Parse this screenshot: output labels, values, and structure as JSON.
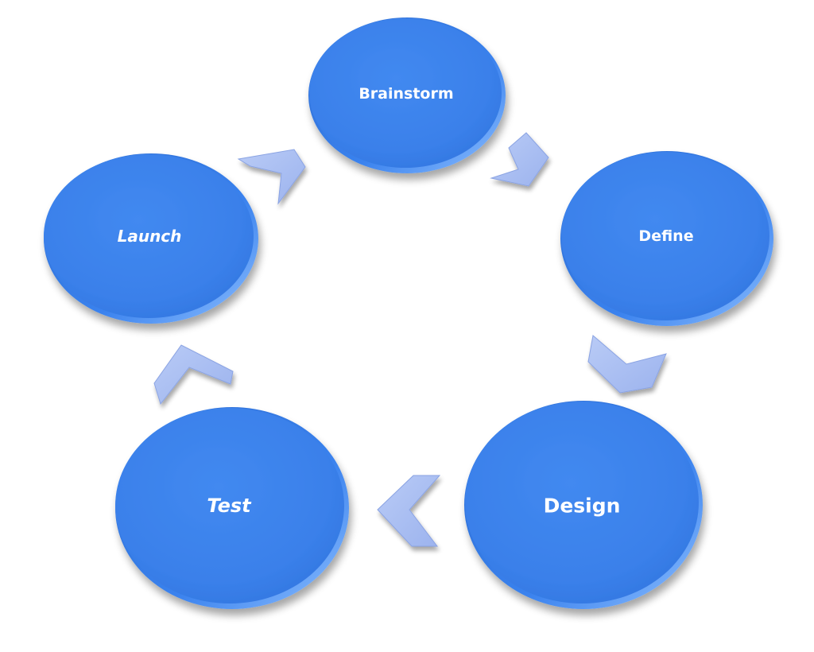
{
  "diagram": {
    "type": "cycle",
    "direction": "clockwise",
    "colors": {
      "node_fill": "#3b82ec",
      "node_edge": "#2e6fd6",
      "node_highlight": "#7fb3ff",
      "node_text": "#ffffff",
      "arrow_fill": "#a9bdf3",
      "arrow_edge": "#7f98dc",
      "background": "#ffffff"
    },
    "nodes": [
      {
        "id": "brainstorm",
        "label": "Brainstorm",
        "italic": false
      },
      {
        "id": "define",
        "label": "Define",
        "italic": false
      },
      {
        "id": "design",
        "label": "Design",
        "italic": false
      },
      {
        "id": "test",
        "label": "Test",
        "italic": true
      },
      {
        "id": "launch",
        "label": "Launch",
        "italic": true
      }
    ],
    "edges": [
      {
        "from": "brainstorm",
        "to": "define"
      },
      {
        "from": "define",
        "to": "design"
      },
      {
        "from": "design",
        "to": "test"
      },
      {
        "from": "test",
        "to": "launch"
      },
      {
        "from": "launch",
        "to": "brainstorm"
      }
    ]
  }
}
